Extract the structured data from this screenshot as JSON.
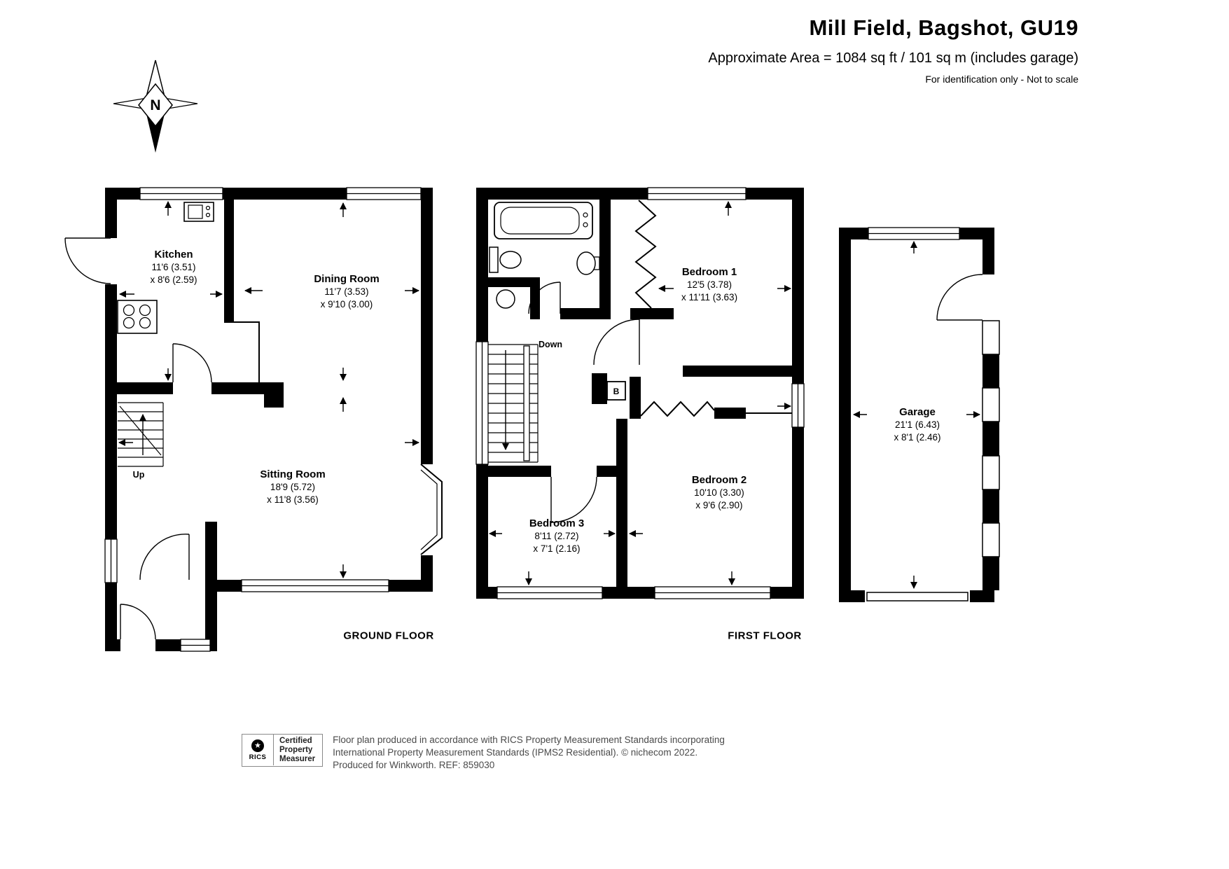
{
  "header": {
    "title": "Mill Field, Bagshot, GU19",
    "area": "Approximate Area = 1084 sq ft / 101 sq m (includes garage)",
    "note": "For identification only - Not to scale"
  },
  "compass": {
    "north": "N"
  },
  "colors": {
    "ink": "#000000",
    "footer_text": "#4a4a4a"
  },
  "ground": {
    "label": "GROUND FLOOR",
    "up": "Up",
    "kitchen": {
      "name": "Kitchen",
      "dim1": "11'6 (3.51)",
      "dim2": "x 8'6 (2.59)"
    },
    "dining": {
      "name": "Dining Room",
      "dim1": "11'7 (3.53)",
      "dim2": "x 9'10 (3.00)"
    },
    "sitting": {
      "name": "Sitting Room",
      "dim1": "18'9 (5.72)",
      "dim2": "x 11'8 (3.56)"
    }
  },
  "first": {
    "label": "FIRST FLOOR",
    "down": "Down",
    "boiler": "B",
    "bedroom1": {
      "name": "Bedroom 1",
      "dim1": "12'5 (3.78)",
      "dim2": "x 11'11 (3.63)"
    },
    "bedroom2": {
      "name": "Bedroom 2",
      "dim1": "10'10 (3.30)",
      "dim2": "x 9'6 (2.90)"
    },
    "bedroom3": {
      "name": "Bedroom 3",
      "dim1": "8'11 (2.72)",
      "dim2": "x 7'1 (2.16)"
    }
  },
  "garage": {
    "name": "Garage",
    "dim1": "21'1 (6.43)",
    "dim2": "x 8'1 (2.46)"
  },
  "footer": {
    "badge": {
      "brand": "RICS",
      "lines": [
        "Certified",
        "Property",
        "Measurer"
      ]
    },
    "line1": "Floor plan produced in accordance with RICS Property Measurement Standards incorporating",
    "line2": "International Property Measurement Standards (IPMS2 Residential).   © nichecom 2022.",
    "line3": "Produced for Winkworth.   REF: 859030"
  }
}
